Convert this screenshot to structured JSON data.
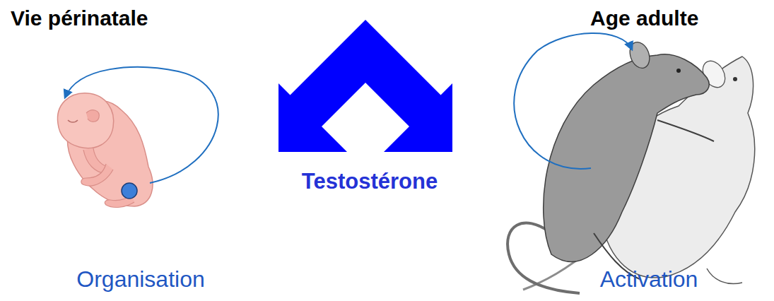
{
  "diagram": {
    "labels": [
      "Vie périnatale",
      "Age adulte",
      "Testostérone",
      "Organisation",
      "Activation"
    ]
  }
}
